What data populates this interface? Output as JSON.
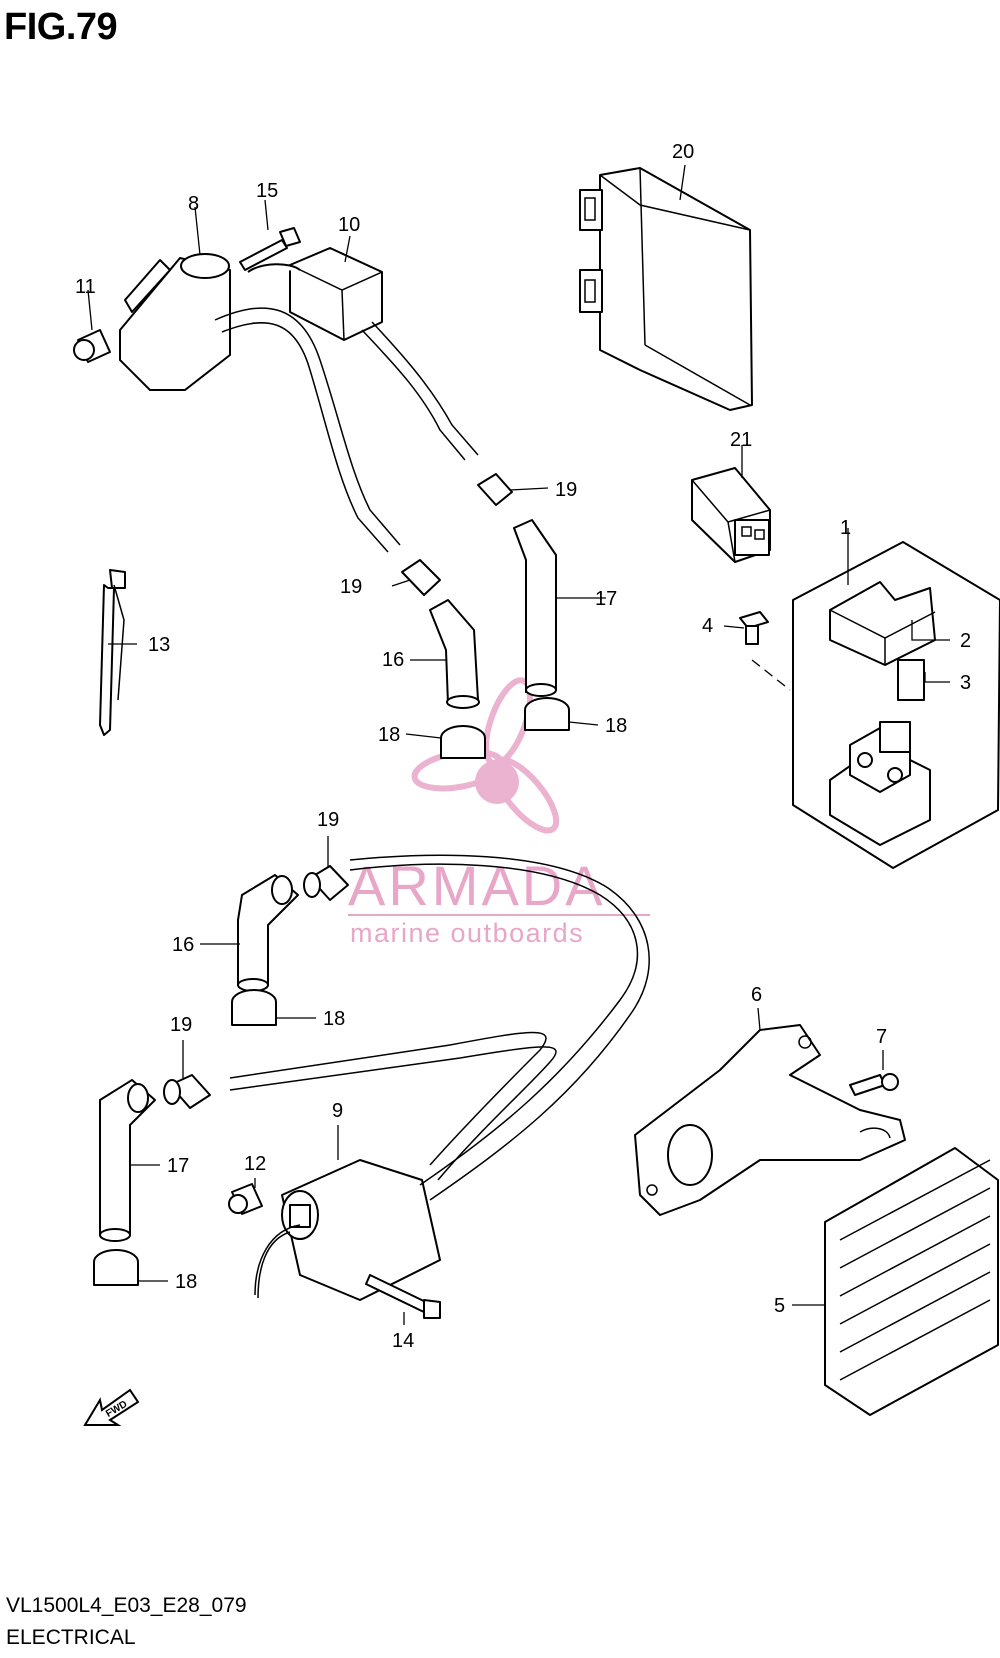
{
  "header": {
    "figure_title": "FIG.79"
  },
  "footer": {
    "model_code": "VL1500L4_E03_E28_079",
    "section_title": "ELECTRICAL"
  },
  "watermark": {
    "brand": "ARMADA",
    "tagline": "marine outboards",
    "color": "#e8a6c8"
  },
  "fwd_label": "FWD",
  "callouts": {
    "c1": "1",
    "c2": "2",
    "c3": "3",
    "c4": "4",
    "c5": "5",
    "c6": "6",
    "c7": "7",
    "c8": "8",
    "c9": "9",
    "c10": "10",
    "c11": "11",
    "c12": "12",
    "c13": "13",
    "c14": "14",
    "c15": "15",
    "c16a": "16",
    "c16b": "16",
    "c17a": "17",
    "c17b": "17",
    "c18a": "18",
    "c18b": "18",
    "c18c": "18",
    "c18d": "18",
    "c19a": "19",
    "c19b": "19",
    "c19c": "19",
    "c19d": "19",
    "c20": "20",
    "c21": "21"
  }
}
